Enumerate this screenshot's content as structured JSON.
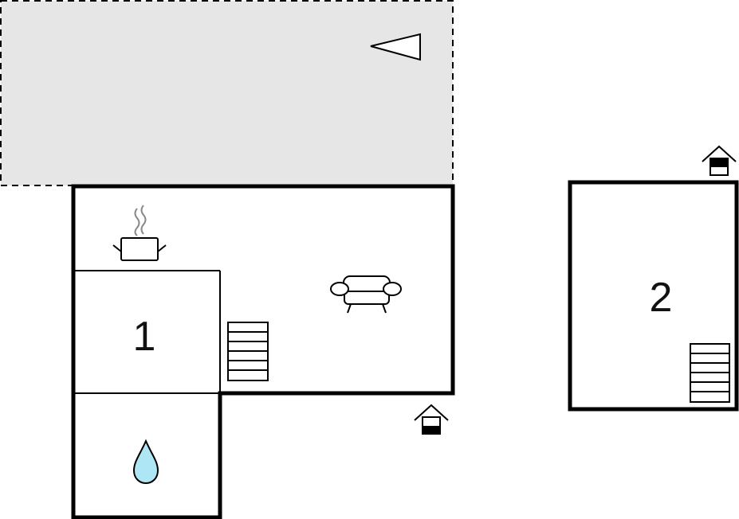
{
  "plan": {
    "rooms": [
      {
        "id": "bedroom-1",
        "label": "1"
      },
      {
        "id": "bedroom-2",
        "label": "2"
      }
    ],
    "icons": [
      "terrace-area",
      "compass-arrow-icon",
      "kitchen-pot-icon",
      "sofa-icon",
      "stairs-icon",
      "bathroom-water-drop-icon",
      "entrance-house-icon"
    ],
    "colors": {
      "terrace_fill": "#e6e6e6",
      "wall": "#000000",
      "water_drop": "#aee6f5"
    }
  }
}
